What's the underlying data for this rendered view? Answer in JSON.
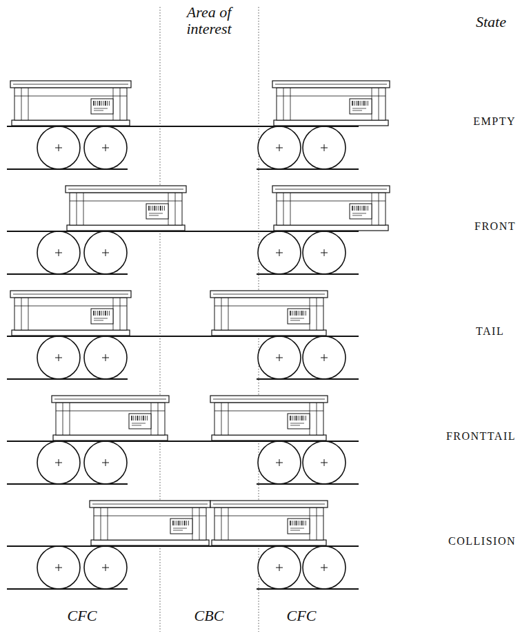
{
  "diagram": {
    "labels": [
      "Area of interest",
      "State",
      "EMPTY",
      "FRONT",
      "TAIL",
      "FRONTTAIL",
      "COLLISION",
      "CFC",
      "CBC",
      "CFC"
    ]
  }
}
